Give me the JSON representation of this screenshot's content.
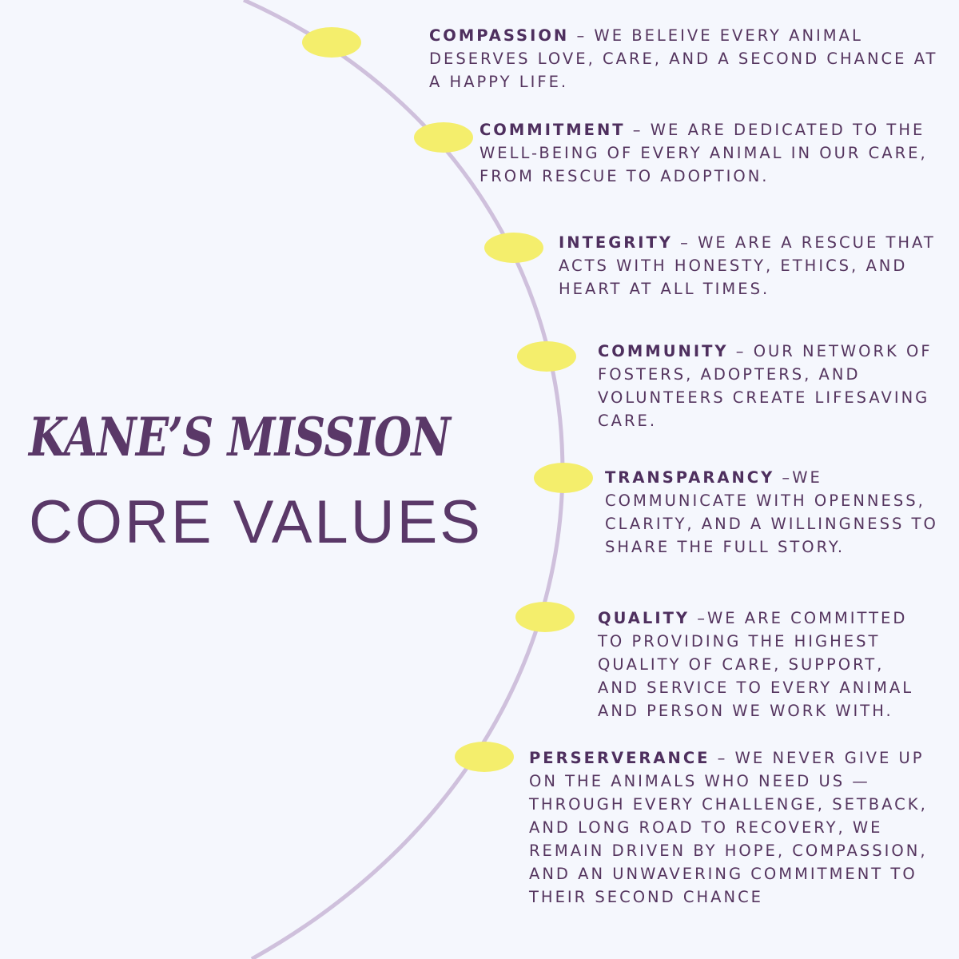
{
  "title": {
    "line1": "KANE’S MISSION",
    "line2": "CORE VALUES"
  },
  "colors": {
    "background": "#f5f7fd",
    "arc": "#cfc0dc",
    "dot": "#f4ee6c",
    "text": "#55355f"
  },
  "values": [
    {
      "name": "COMPASSION",
      "sep": " – ",
      "text": "WE BELEIVE EVERY ANIMAL DESERVES LOVE, CARE, AND A SECOND CHANCE AT A HAPPY LIFE."
    },
    {
      "name": "COMMITMENT",
      "sep": " – ",
      "text": "WE ARE DEDICATED TO THE WELL-BEING OF EVERY ANIMAL IN OUR CARE, FROM RESCUE TO ADOPTION."
    },
    {
      "name": "INTEGRITY",
      "sep": " – ",
      "text": "WE ARE A RESCUE THAT ACTS WITH HONESTY, ETHICS, AND HEART AT ALL TIMES."
    },
    {
      "name": "COMMUNITY",
      "sep": " – ",
      "text": "OUR NETWORK OF FOSTERS, ADOPTERS, AND VOLUNTEERS CREATE LIFESAVING CARE."
    },
    {
      "name": "TRANSPARANCY",
      "sep": " –",
      "text": "WE COMMUNICATE WITH OPENNESS, CLARITY, AND A WILLINGNESS TO SHARE THE FULL STORY."
    },
    {
      "name": "QUALITY",
      "sep": " –",
      "text": "WE ARE COMMITTED TO PROVIDING THE HIGHEST QUALITY OF CARE, SUPPORT, AND SERVICE TO EVERY ANIMAL AND PERSON WE WORK WITH."
    },
    {
      "name": "PERSERVERANCE",
      "sep": " – ",
      "text": "WE NEVER GIVE UP ON THE ANIMALS WHO NEED US — THROUGH EVERY CHALLENGE, SETBACK, AND LONG ROAD TO RECOVERY, WE REMAIN DRIVEN BY HOPE, COMPASSION, AND AN UNWAVERING COMMITMENT TO THEIR SECOND CHANCE"
    }
  ]
}
